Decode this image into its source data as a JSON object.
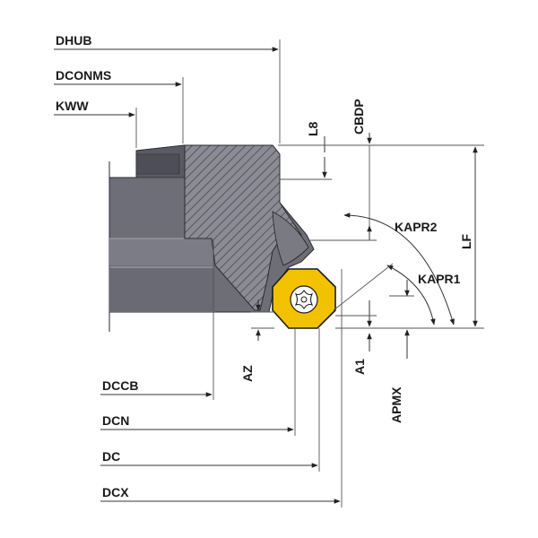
{
  "labels": {
    "dhub": "DHUB",
    "dconms": "DCONMS",
    "kww": "KWW",
    "l8": "L8",
    "cbdp": "CBDP",
    "kapr2": "KAPR2",
    "kapr1": "KAPR1",
    "lf": "LF",
    "az": "AZ",
    "a1": "A1",
    "apmx": "APMX",
    "dccb": "DCCB",
    "dcn": "DCN",
    "dc": "DC",
    "dcx": "DCX"
  },
  "colors": {
    "body": "#6e6e78",
    "body_dark": "#5a5a64",
    "body_light": "#8a8a94",
    "section_fill": "#8b8b95",
    "hatch": "#3d3d45",
    "insert": "#f2c200",
    "insert_edge": "#1a1a1a",
    "screw": "#ffffff"
  }
}
